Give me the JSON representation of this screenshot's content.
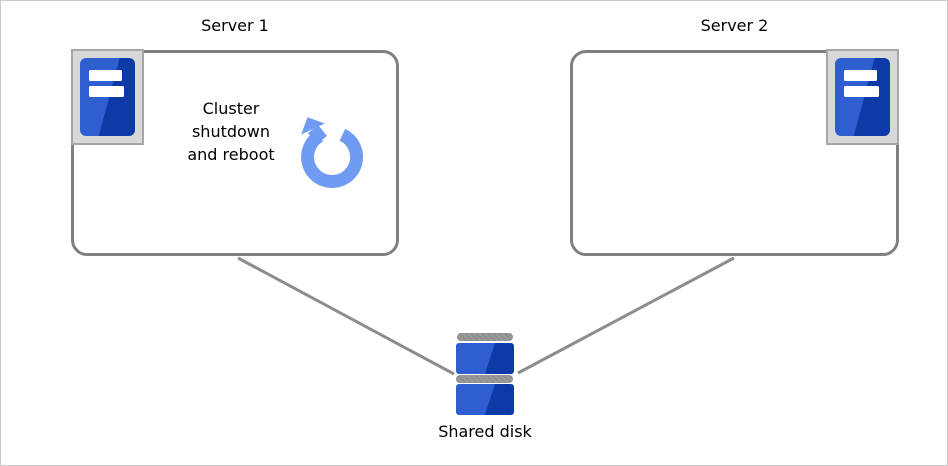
{
  "diagram": {
    "servers": [
      {
        "title": "Server 1",
        "icon": "server-tower-icon",
        "icon_corner": "top-left",
        "annotation": {
          "lines": [
            "Cluster",
            "shutdown",
            "and reboot"
          ],
          "icon": "reboot-icon"
        }
      },
      {
        "title": "Server 2",
        "icon": "server-tower-icon",
        "icon_corner": "top-right",
        "annotation": null
      }
    ],
    "shared_disk": {
      "label": "Shared disk",
      "icon": "shared-disk-icon"
    },
    "connections": [
      {
        "from": "Server 1",
        "to": "Shared disk"
      },
      {
        "from": "Server 2",
        "to": "Shared disk"
      }
    ],
    "colors": {
      "page_border": "#c9c9c9",
      "box_border": "#808080",
      "connector": "#8c8c8c",
      "server_blue_light": "#2e5ecf",
      "server_blue_dark": "#0d3aa6",
      "icon_frame_fill": "#d8d8d8",
      "icon_frame_border": "#a6a6a6",
      "disk_gray": "#8f8f8f",
      "reboot_arrow": "#6f9bf3",
      "text": "#000000"
    }
  }
}
